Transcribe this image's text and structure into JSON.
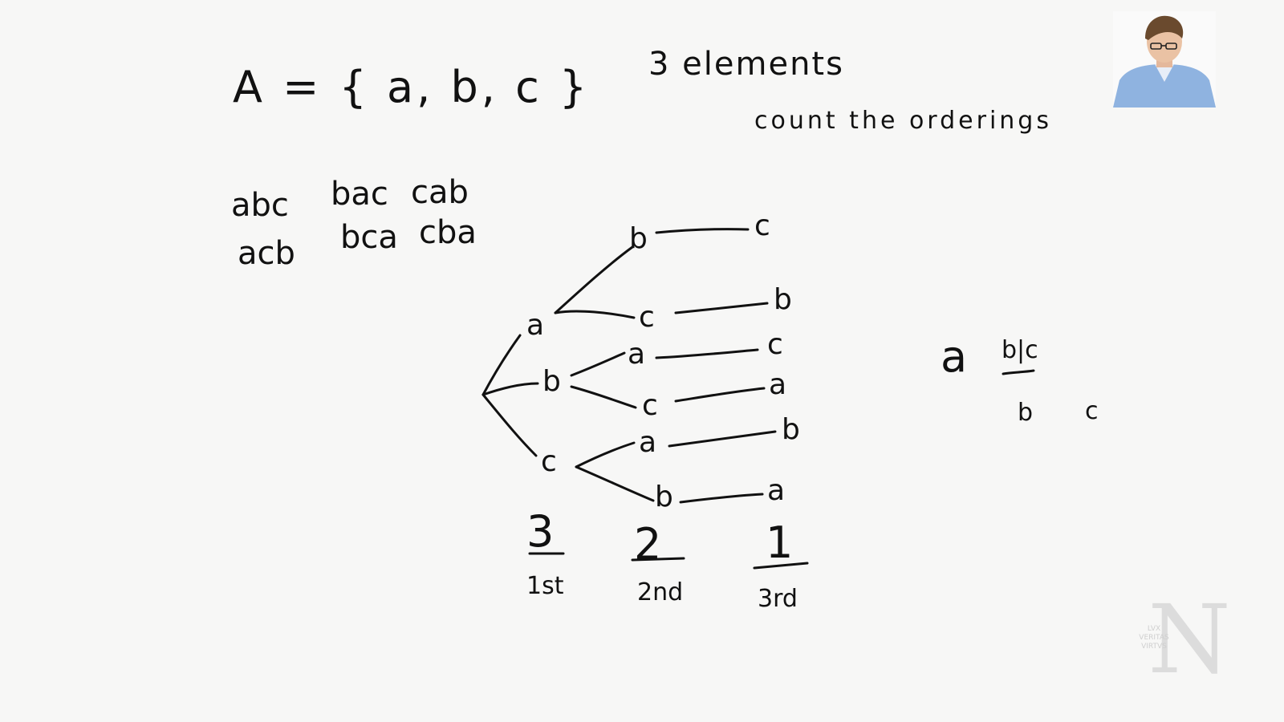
{
  "set_definition": "A = { a, b, c }",
  "element_count": "3 elements",
  "task": "count the orderings",
  "orderings_row1": [
    "abc",
    "bac",
    "cab"
  ],
  "orderings_row2": [
    "acb",
    "bca",
    "cba"
  ],
  "tree": {
    "root_children": [
      "a",
      "b",
      "c"
    ],
    "second_level": [
      [
        "b",
        "c"
      ],
      [
        "a",
        "c"
      ],
      [
        "a",
        "b"
      ]
    ],
    "third_level": [
      [
        "c",
        "b"
      ],
      [
        "c",
        "a"
      ],
      [
        "b",
        "a"
      ]
    ]
  },
  "choices": [
    {
      "count": "3",
      "position": "1st"
    },
    {
      "count": "2",
      "position": "2nd"
    },
    {
      "count": "1",
      "position": "3rd"
    }
  ],
  "side_note": {
    "first": "a",
    "rest": "b|c",
    "left": "b",
    "right": "c"
  },
  "watermark": {
    "letter": "N",
    "motto": [
      "LVX",
      "VERITAS",
      "VIRTVS"
    ]
  },
  "colors": {
    "ink": "#111111",
    "board": "#f7f7f6",
    "watermark": "#d8d8d8",
    "shirt": "#8fb3e0"
  }
}
